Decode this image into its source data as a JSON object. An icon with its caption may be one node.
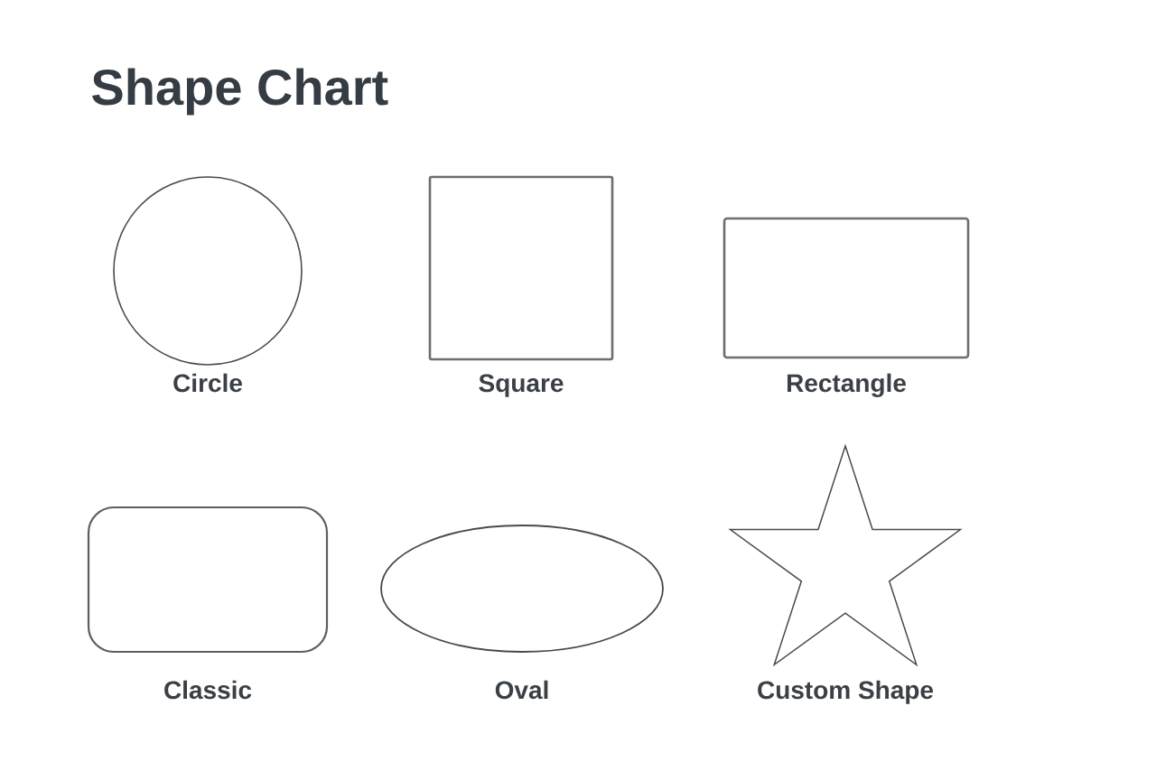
{
  "diagram": {
    "title": "Shape Chart",
    "nodes": [
      {
        "text": [],
        "shape": "circle",
        "beside": [
          "Circle"
        ]
      },
      {
        "text": [],
        "shape": "square",
        "beside": [
          "Square"
        ]
      },
      {
        "text": [],
        "shape": "rectangle",
        "beside": [
          "Rectangle"
        ]
      },
      {
        "text": [],
        "shape": "rounded-rectangle",
        "beside": [
          "Classic"
        ]
      },
      {
        "text": [],
        "shape": "ellipse",
        "beside": [
          "Oval"
        ]
      },
      {
        "text": [],
        "shape": "star",
        "beside": [
          "Custom Shape"
        ]
      }
    ]
  }
}
